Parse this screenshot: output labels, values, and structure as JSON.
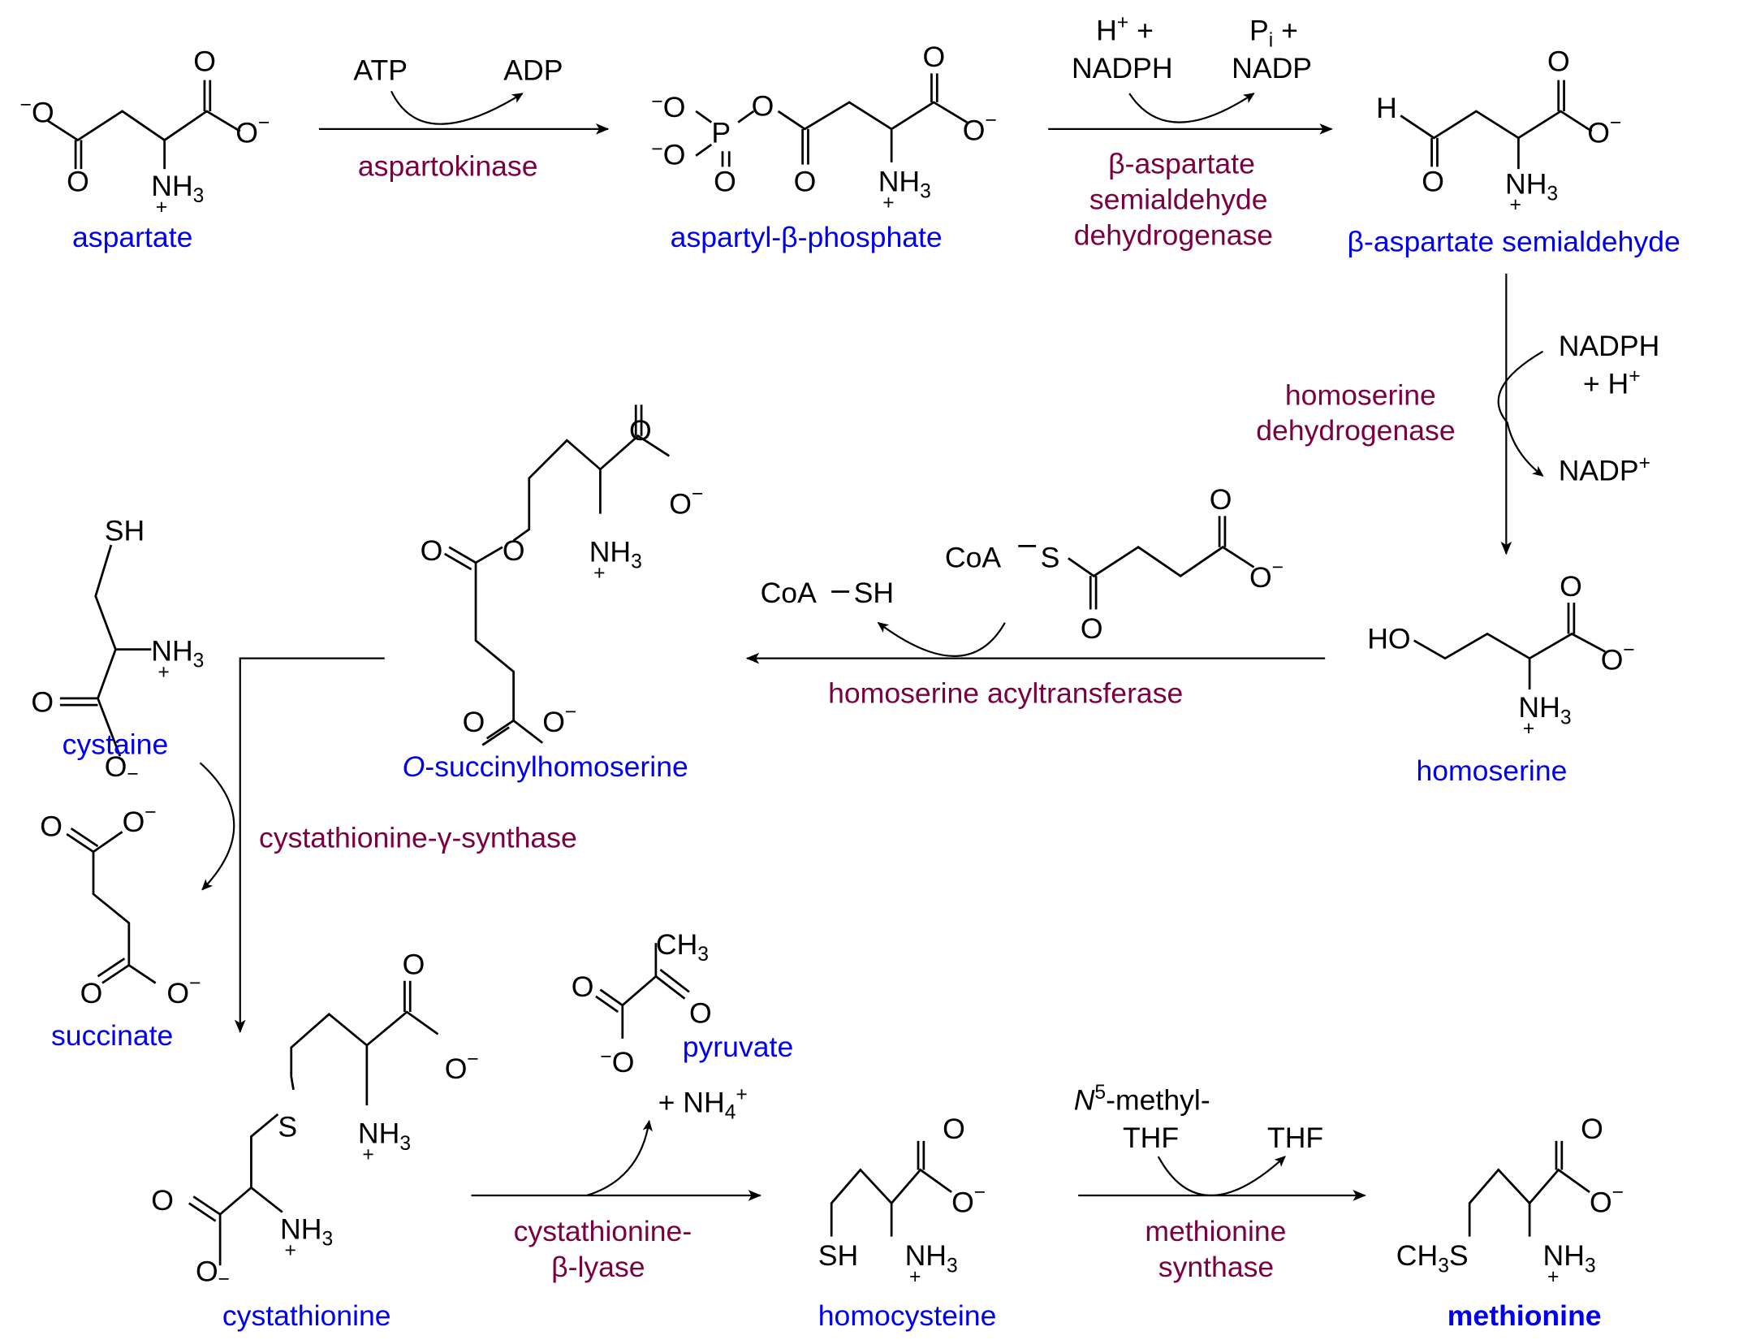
{
  "diagram": {
    "title": "Methionine biosynthesis from aspartate",
    "colors": {
      "compound_label": "#0000ee",
      "enzyme_label": "#7a0040",
      "structure": "#000000"
    },
    "compounds": {
      "aspartate": "aspartate",
      "aspartyl_phosphate": "aspartyl-β-phosphate",
      "aspartate_semialdehyde": "β-aspartate semialdehyde",
      "homoserine": "homoserine",
      "o_succinylhomoserine_italic": "O",
      "o_succinylhomoserine_rest": "-succinylhomoserine",
      "cystaine": "cystaine",
      "succinate": "succinate",
      "cystathionine": "cystathionine",
      "pyruvate": "pyruvate",
      "homocysteine": "homocysteine",
      "methionine": "methionine"
    },
    "enzymes": {
      "aspartokinase": "aspartokinase",
      "asd_line1": "β-aspartate",
      "asd_line2": "semialdehyde",
      "asd_line3": "dehydrogenase",
      "hsd_line1": "homoserine",
      "hsd_line2": "dehydrogenase",
      "acyltransferase": "homoserine acyltransferase",
      "cgs": "cystathionine-γ-synthase",
      "cbl_line1": "cystathionine-",
      "cbl_line2": "β-lyase",
      "ms_line1": "methionine",
      "ms_line2": "synthase"
    },
    "cofactors": {
      "atp": "ATP",
      "adp": "ADP",
      "hplus_nadph_1": "H",
      "hplus_nadph_1_sup": "+",
      "hplus_nadph_1_tail": " +",
      "nadph": "NADPH",
      "pi": "P",
      "pi_sub": "i",
      "pi_tail": " +",
      "nadp": "NADP",
      "nadph2": "NADPH",
      "plus_h": "+ H",
      "plus_h_sup": "+",
      "nadp_plus": "NADP",
      "nadp_plus_sup": "+",
      "coa_s": "CoA",
      "coa_s_atom": "S",
      "coa_sh": "CoA",
      "coa_sh_atom": "SH",
      "nh4": "+ NH",
      "nh4_sub": "4",
      "nh4_sup": "+",
      "n5_italic": "N",
      "n5_sup": "5",
      "n5_rest": "-methyl-",
      "thf_in": "THF",
      "thf_out": "THF"
    },
    "atoms": {
      "O": "O",
      "Ominus": "−",
      "N": "N",
      "H3": "H",
      "three": "3",
      "plus": "+",
      "P": "P",
      "H": "H",
      "HO": "HO",
      "SH": "SH",
      "S": "S",
      "CH": "CH",
      "CH3S_S": "S"
    }
  }
}
